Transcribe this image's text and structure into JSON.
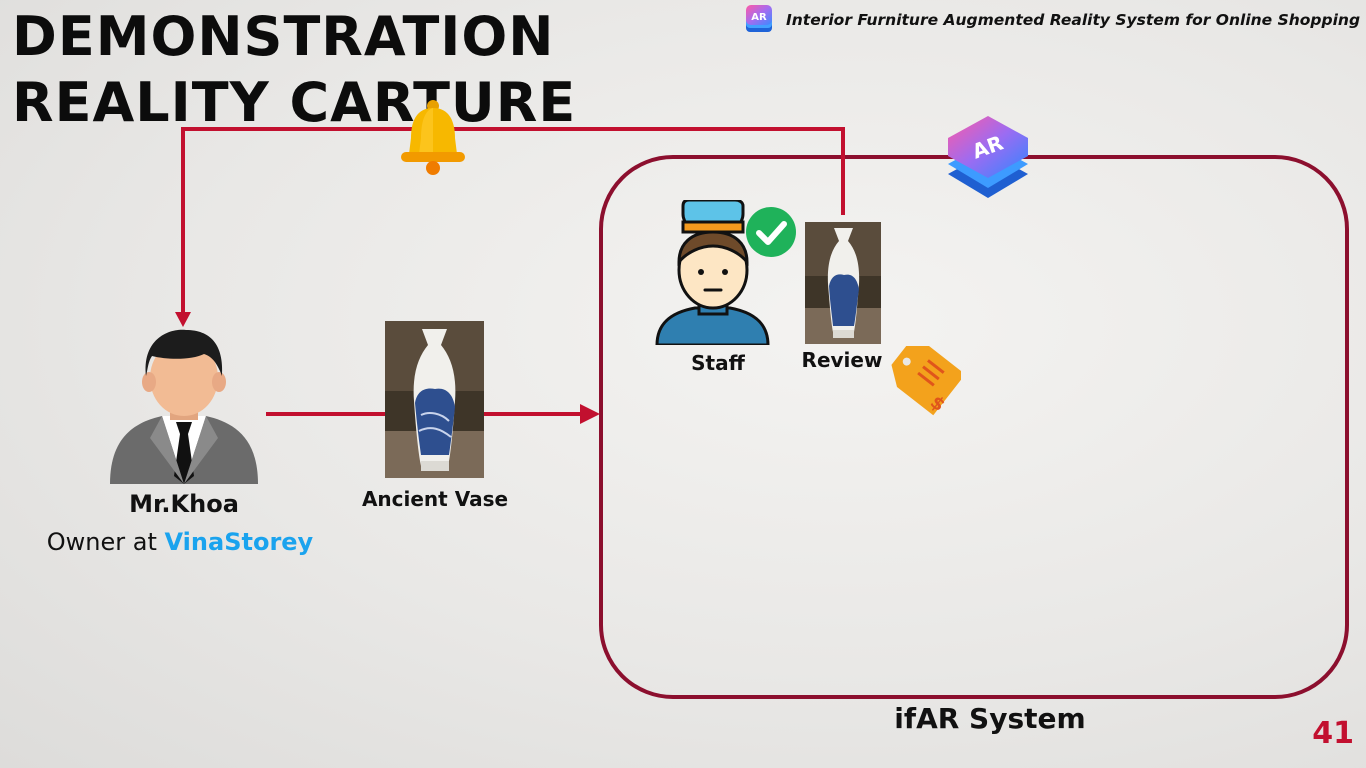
{
  "title": {
    "line1": "DEMONSTRATION",
    "line2": "REALITY CARTURE"
  },
  "header": {
    "brand_text": "Interior Furniture Augmented Reality System for Online Shopping",
    "logo_text": "AR"
  },
  "owner": {
    "name": "Mr.Khoa",
    "role_prefix": "Owner at ",
    "company": "VinaStorey"
  },
  "item": {
    "label": "Ancient Vase"
  },
  "staff": {
    "label": "Staff"
  },
  "review": {
    "label": "Review"
  },
  "system": {
    "label": "ifAR System",
    "logo_text": "AR"
  },
  "price_tag": {
    "symbol": "$"
  },
  "page_number": "41",
  "colors": {
    "accent_line": "#c2102f",
    "system_border": "#8c0f2e",
    "company_blue": "#1aa3ee",
    "check_green": "#1fb25a",
    "tag_orange": "#f3a21c",
    "bell_yellow": "#f7b800"
  },
  "icons": [
    "ar-app-icon",
    "bell-icon",
    "businessman-icon",
    "staff-person-icon",
    "checkmark-icon",
    "price-tag-icon",
    "vase-photo"
  ]
}
